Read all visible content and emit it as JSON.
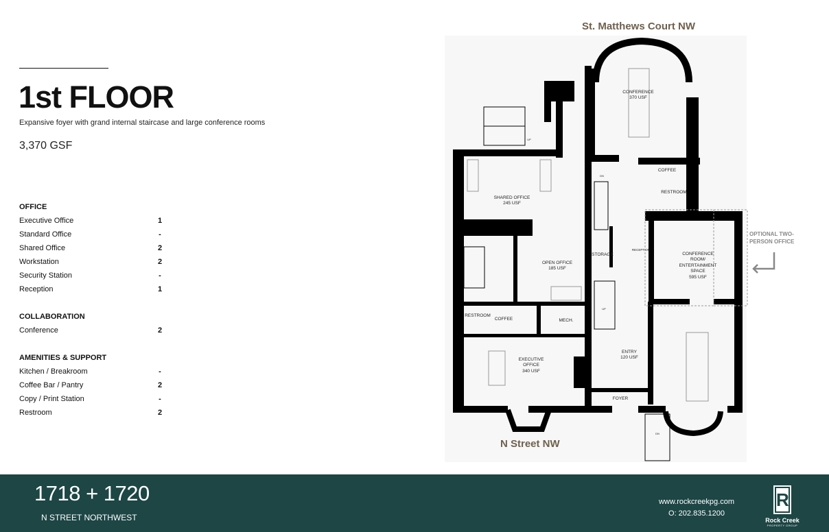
{
  "header": {
    "title": "1st FLOOR",
    "subtitle": "Expansive foyer with grand internal staircase and large conference rooms",
    "gsf": "3,370 GSF"
  },
  "sections": [
    {
      "title": "OFFICE",
      "items": [
        {
          "label": "Executive Office",
          "value": "1"
        },
        {
          "label": "Standard Office",
          "value": "-"
        },
        {
          "label": "Shared Office",
          "value": "2"
        },
        {
          "label": "Workstation",
          "value": "2"
        },
        {
          "label": "Security Station",
          "value": "-"
        },
        {
          "label": "Reception",
          "value": "1"
        }
      ]
    },
    {
      "title": "COLLABORATION",
      "items": [
        {
          "label": "Conference",
          "value": "2"
        }
      ]
    },
    {
      "title": "AMENITIES & SUPPORT",
      "items": [
        {
          "label": "Kitchen / Breakroom",
          "value": "-"
        },
        {
          "label": "Coffee Bar / Pantry",
          "value": "2"
        },
        {
          "label": "Copy / Print Station",
          "value": "-"
        },
        {
          "label": "Restroom",
          "value": "2"
        }
      ]
    }
  ],
  "plan": {
    "street_top": "St. Matthews Court NW",
    "street_bottom": "N Street NW",
    "optional_note": "OPTIONAL TWO-PERSON OFFICE",
    "rooms": {
      "conference1": {
        "name": "CONFERENCE",
        "area": "370 USF"
      },
      "shared": {
        "name": "SHARED OFFICE",
        "area": "245 USF"
      },
      "open": {
        "name": "OPEN OFFICE",
        "area": "185 USF"
      },
      "conference2": {
        "name1": "CONFERENCE",
        "name2": "ROOM/",
        "name3": "ENTERTAINMENT",
        "name4": "SPACE",
        "area": "595 USF"
      },
      "exec": {
        "name1": "EXECUTIVE",
        "name2": "OFFICE",
        "area": "340 USF"
      },
      "entry": {
        "name": "ENTRY",
        "area": "120 USF"
      },
      "coffee_top": "COFFEE",
      "restroom_top": "RESTROOM",
      "storage": "STORAGE",
      "reception": "RECEPTION",
      "restroom_left": "RESTROOM",
      "coffee_left": "COFFEE",
      "mech": "MECH.",
      "foyer": "FOYER"
    },
    "stair_labels": {
      "up": "UP",
      "dn": "DN"
    }
  },
  "footer": {
    "address_number": "1718 + 1720",
    "address_street": "N STREET NORTHWEST",
    "website": "www.rockcreekpg.com",
    "phone": "O: 202.835.1200",
    "logo_letter": "R",
    "logo_name": "Rock Creek",
    "logo_sub": "PROPERTY GROUP"
  },
  "colors": {
    "footer_bg": "#1d4645",
    "street_label": "#6f604d"
  }
}
